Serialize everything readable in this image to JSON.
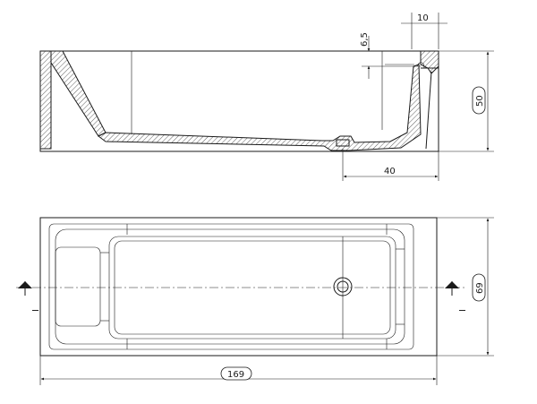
{
  "dimensions": {
    "top_gap": "10",
    "rim_thickness": "6,5",
    "height": "50",
    "drain_offset": "40",
    "width": "69",
    "length": "169"
  },
  "section_marker": {
    "left": "I",
    "right": "I"
  },
  "colors": {
    "line": "#1a1a1a",
    "background": "#ffffff"
  }
}
